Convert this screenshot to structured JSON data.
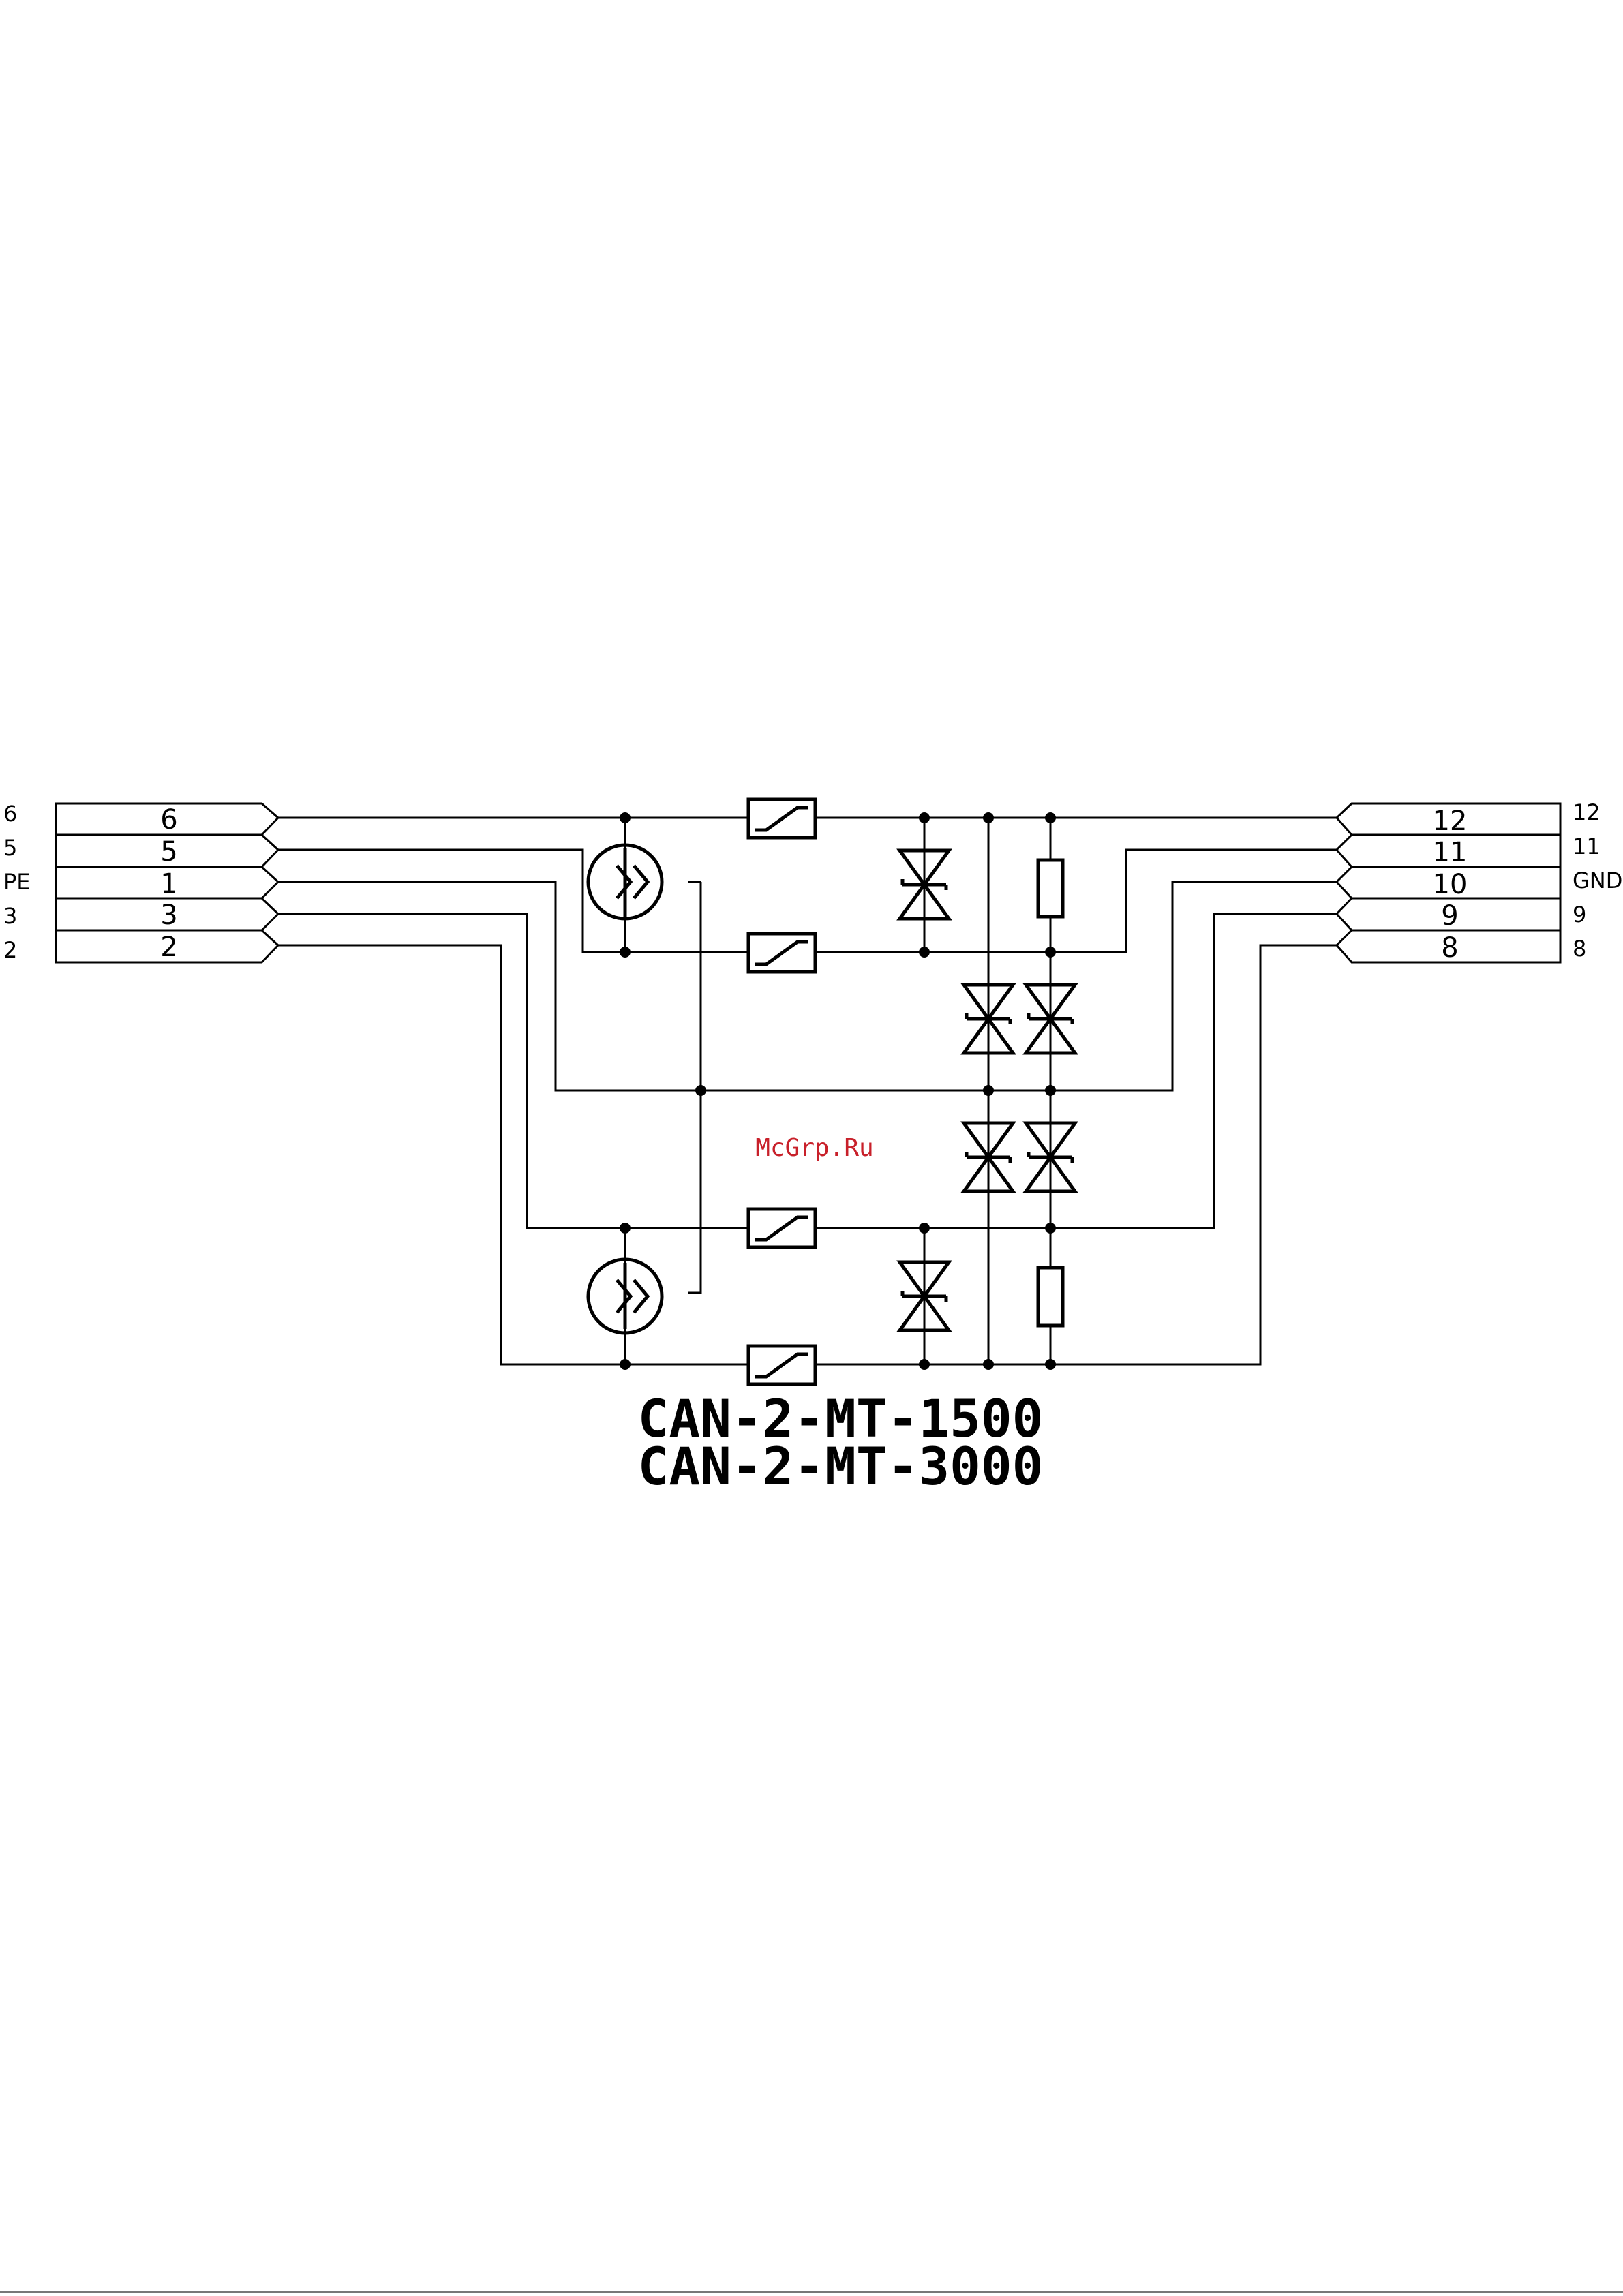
{
  "left_connector": {
    "outer_labels": [
      "6",
      "5",
      "PE",
      "3",
      "2"
    ],
    "tab_labels": [
      "6",
      "5",
      "1",
      "3",
      "2"
    ]
  },
  "right_connector": {
    "outer_labels": [
      "12",
      "11",
      "GND",
      "9",
      "8"
    ],
    "tab_labels": [
      "12",
      "11",
      "10",
      "9",
      "8"
    ]
  },
  "watermark": "McGrp.Ru",
  "model_lines": [
    "CAN-2-MT-1500",
    "CAN-2-MT-3000"
  ],
  "colors": {
    "line": "#000000",
    "watermark": "#c8202a",
    "background": "#ffffff"
  }
}
